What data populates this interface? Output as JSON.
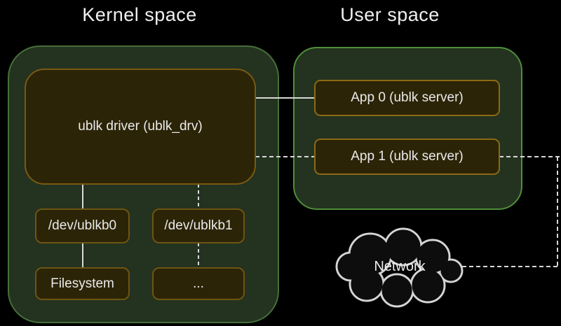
{
  "titles": {
    "kernel": "Kernel space",
    "user": "User space"
  },
  "kernel_space": {
    "driver_label": "ublk driver (ublk_drv)",
    "device0_label": "/dev/ublkb0",
    "device1_label": "/dev/ublkb1",
    "filesystem_label": "Filesystem",
    "more_label": "..."
  },
  "user_space": {
    "app0_label": "App 0 (ublk server)",
    "app1_label": "App 1 (ublk server)"
  },
  "network_label": "Network",
  "colors": {
    "background": "#000000",
    "space_fill": "#243220",
    "kernel_border": "#46703a",
    "user_border": "#4f8f3b",
    "box_fill": "#2c2407",
    "driver_border": "#795a11",
    "app_border": "#8a6a14",
    "device_border": "#6d5511",
    "connector_line": "#d8d8d8",
    "cloud_outline": "#d4d4d4",
    "cloud_fill": "#0d0d0d",
    "text": "#eaeaea"
  }
}
